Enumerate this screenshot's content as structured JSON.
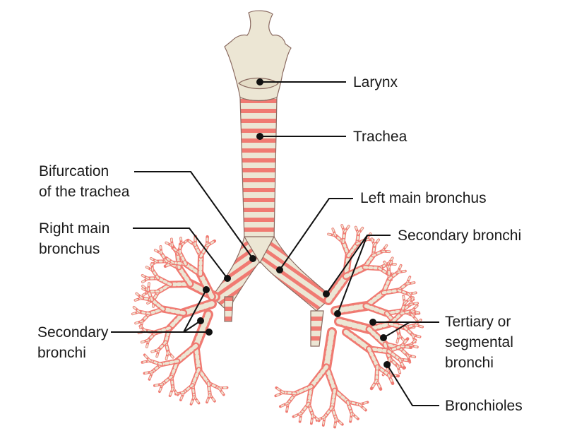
{
  "labels": {
    "larynx": "Larynx",
    "trachea": "Trachea",
    "bifurcation_1": "Bifurcation",
    "bifurcation_2": "of the trachea",
    "right_main_1": "Right main",
    "right_main_2": "bronchus",
    "left_main": "Left main bronchus",
    "secondary_right": "Secondary bronchi",
    "secondary_left_1": "Secondary",
    "secondary_left_2": "bronchi",
    "tertiary_1": "Tertiary or",
    "tertiary_2": "segmental",
    "tertiary_3": "bronchi",
    "bronchioles": "Bronchioles"
  },
  "colors": {
    "cartilage": "#ece6d4",
    "tissue": "#f07a72",
    "outline": "#8a6a60",
    "leader": "#111111"
  }
}
